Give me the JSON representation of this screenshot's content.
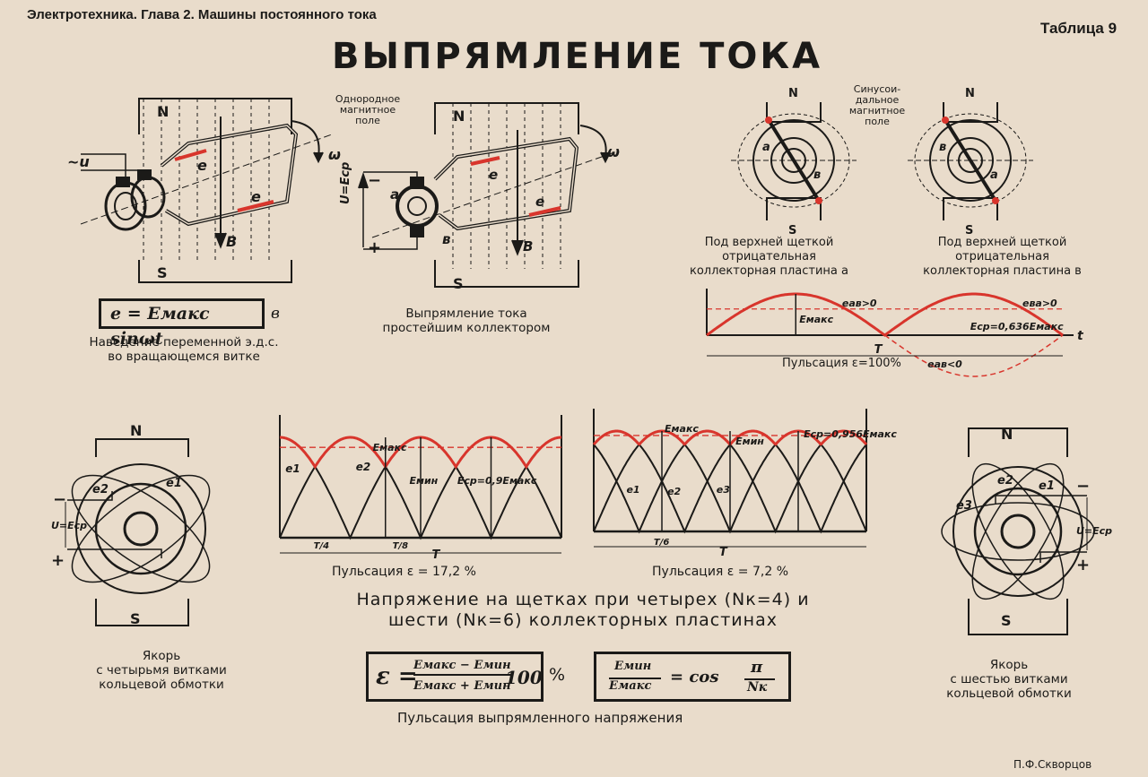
{
  "header": {
    "left": "Электротехника. Глава 2. Машины постоянного тока",
    "right": "Таблица 9",
    "title": "ВЫПРЯМЛЕНИЕ ТОКА"
  },
  "fig1": {
    "formula": "e = Eмакс sinωt",
    "formula_tail": "в",
    "caption1": "Наведение переменной э.д.с.",
    "caption2": "во вращающемся витке",
    "pole_n": "N",
    "pole_s": "S",
    "label_u": "~u",
    "label_e": "e",
    "label_b": "B",
    "label_omega": "ω"
  },
  "fig2": {
    "caption1": "Выпрямление тока",
    "caption2": "простейшим коллектором",
    "field_label1": "Однородное",
    "field_label2": "магнитное",
    "field_label3": "поле",
    "voltage": "U=Eср",
    "pole_n": "N",
    "pole_s": "S",
    "minus": "−",
    "plus": "+",
    "label_a": "а",
    "label_b2": "в",
    "label_e": "e",
    "label_B": "B",
    "label_omega": "ω"
  },
  "fig3": {
    "field_label1": "Синусои-",
    "field_label2": "дальное",
    "field_label3": "магнитное",
    "field_label4": "поле",
    "left_cap1": "Под верхней щеткой",
    "left_cap2": "отрицательная",
    "left_cap3": "коллекторная пластина а",
    "right_cap1": "Под верхней щеткой",
    "right_cap2": "отрицательная",
    "right_cap3": "коллекторная пластина в",
    "pole_n": "N",
    "pole_s": "S",
    "label_a": "а",
    "label_b": "в"
  },
  "wave1": {
    "eab_pos": "eав>0",
    "eba_pos": "eва>0",
    "eab_neg": "eав<0",
    "emax": "Eмакс",
    "ecp": "Eср=0,636Eмакс",
    "T": "T",
    "t": "t",
    "pulsation": "Пульсация ε=100%"
  },
  "chart4": {
    "e1": "e1",
    "e2": "e2",
    "emax": "Eмакс",
    "emin": "Eмин",
    "ecp": "Eср=0,9Eмакс",
    "t4": "T/4",
    "t8": "T/8",
    "T": "T",
    "pulsation": "Пульсация ε = 17,2 %"
  },
  "chart6": {
    "e1": "e1",
    "e2": "e2",
    "e3": "e3",
    "emax": "Eмакс",
    "emin": "Eмин",
    "ecp": "Eср=0,956Eмакс",
    "t6": "T/6",
    "T": "T",
    "pulsation": "Пульсация ε = 7,2 %"
  },
  "middle_caption1": "Напряжение на щетках при четырех (Nк=4) и",
  "middle_caption2": "шести (Nк=6) коллекторных пластинах",
  "armature4": {
    "caption1": "Якорь",
    "caption2": "с четырьмя витками",
    "caption3": "кольцевой обмотки",
    "voltage": "U=Eср",
    "pole_n": "N",
    "pole_s": "S",
    "minus": "−",
    "plus": "+",
    "e1": "e1",
    "e2": "e2"
  },
  "armature6": {
    "caption1": "Якорь",
    "caption2": "с шестью витками",
    "caption3": "кольцевой обмотки",
    "voltage": "U=Eср",
    "pole_n": "N",
    "pole_s": "S",
    "minus": "−",
    "plus": "+",
    "e1": "e1",
    "e2": "e2",
    "e3": "e3"
  },
  "formulas": {
    "pulsation_left": "ε =",
    "num": "Eмакс − Eмин",
    "den": "Eмакс + Eмин",
    "mult": "100",
    "percent": "%",
    "ratio_num": "Eмин",
    "ratio_den": "Eмакс",
    "ratio_rhs": "= cos",
    "pi": "π",
    "nk": "Nк",
    "caption": "Пульсация выпрямленного напряжения"
  },
  "author": "П.Ф.Скворцов",
  "colors": {
    "paper": "#e9dccb",
    "ink": "#1b1a18",
    "red": "#d8352c"
  }
}
